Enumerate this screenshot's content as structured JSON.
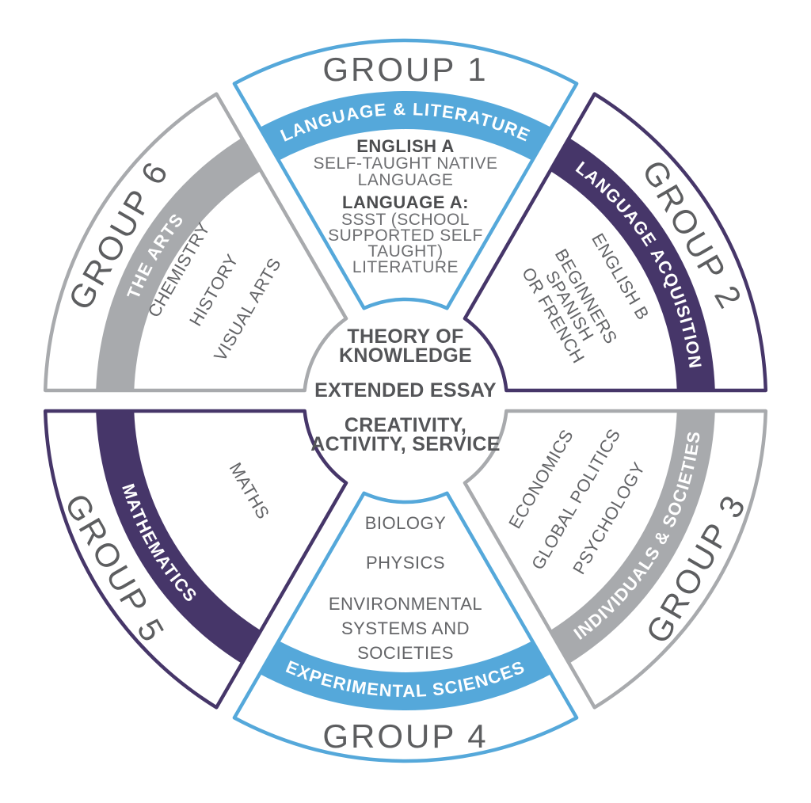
{
  "diagram_title": "IB Diploma Programme subject wheel",
  "colors": {
    "blue": "#55a8da",
    "purple": "#463669",
    "gray": "#a8aaad",
    "band_text": "#ffffff",
    "label_text": "#5d5e60",
    "subject_text": "#636467",
    "core_text": "#545558"
  },
  "center": {
    "lines": [
      "THEORY OF",
      "KNOWLEDGE",
      "EXTENDED ESSAY",
      "CREATIVITY,",
      "ACTIVITY, SERVICE"
    ],
    "items": [
      "Theory of Knowledge",
      "Extended Essay",
      "Creativity, Activity, Service"
    ]
  },
  "groups": [
    {
      "label": "GROUP 1",
      "category": "LANGUAGE & LITERATURE",
      "color": "#55a8da",
      "lines": [
        "ENGLISH A",
        "SELF-TAUGHT NATIVE",
        "LANGUAGE",
        "LANGUAGE A:",
        "SSST (SCHOOL",
        "SUPPORTED SELF",
        "TAUGHT)",
        "LITERATURE"
      ]
    },
    {
      "label": "GROUP 2",
      "category": "LANGUAGE ACQUISITION",
      "color": "#463669",
      "lines": [
        "ENGLISH B",
        "BEGINNERS",
        "SPANISH",
        "OR FRENCH"
      ]
    },
    {
      "label": "GROUP 3",
      "category": "INDIVIDUALS & SOCIETIES",
      "color": "#a8aaad",
      "lines": [
        "ECONOMICS",
        "GLOBAL POLITICS",
        "PSYCHOLOGY"
      ]
    },
    {
      "label": "GROUP 4",
      "category": "EXPERIMENTAL SCIENCES",
      "color": "#55a8da",
      "lines": [
        "BIOLOGY",
        "PHYSICS",
        "ENVIRONMENTAL",
        "SYSTEMS AND",
        "SOCIETIES"
      ]
    },
    {
      "label": "GROUP 5",
      "category": "MATHEMATICS",
      "color": "#463669",
      "lines": [
        "MATHS"
      ]
    },
    {
      "label": "GROUP 6",
      "category": "THE ARTS",
      "color": "#a8aaad",
      "lines": [
        "CHEMISTRY",
        "HISTORY",
        "VISUAL ARTS"
      ]
    }
  ]
}
